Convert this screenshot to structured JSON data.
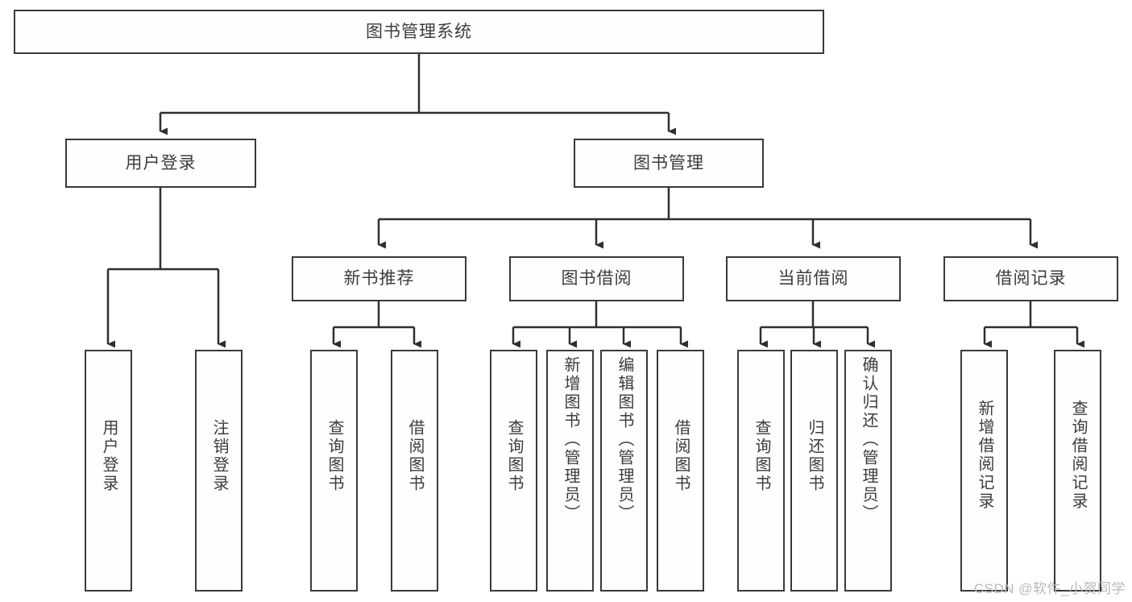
{
  "diagram": {
    "title": "图书管理系统",
    "type": "tree",
    "watermark": "CSDN @软件_小贺同学",
    "colors": {
      "box_border": "#3a3a3a",
      "box_fill": "#fefefe",
      "edge": "#2f2f2f",
      "text": "#3c3c3c",
      "watermark": "#b9b9b9",
      "background": "#ffffff"
    },
    "root": {
      "label": "图书管理系统"
    },
    "level2": [
      {
        "label": "用户登录"
      },
      {
        "label": "图书管理"
      }
    ],
    "level3": [
      {
        "label": "新书推荐"
      },
      {
        "label": "图书借阅"
      },
      {
        "label": "当前借阅"
      },
      {
        "label": "借阅记录"
      }
    ],
    "leaves": {
      "user_login": [
        {
          "label": "用户登录"
        },
        {
          "label": "注销登录"
        }
      ],
      "new_book_recommend": [
        {
          "label": "查询图书"
        },
        {
          "label": "借阅图书"
        }
      ],
      "book_borrow": [
        {
          "label": "查询图书"
        },
        {
          "label": "新增图书（管理员）"
        },
        {
          "label": "编辑图书（管理员）"
        },
        {
          "label": "借阅图书"
        }
      ],
      "current_borrow": [
        {
          "label": "查询图书"
        },
        {
          "label": "归还图书"
        },
        {
          "label": "确认归还（管理员）"
        }
      ],
      "borrow_record": [
        {
          "label": "新增借阅记录"
        },
        {
          "label": "查询借阅记录"
        }
      ]
    }
  }
}
